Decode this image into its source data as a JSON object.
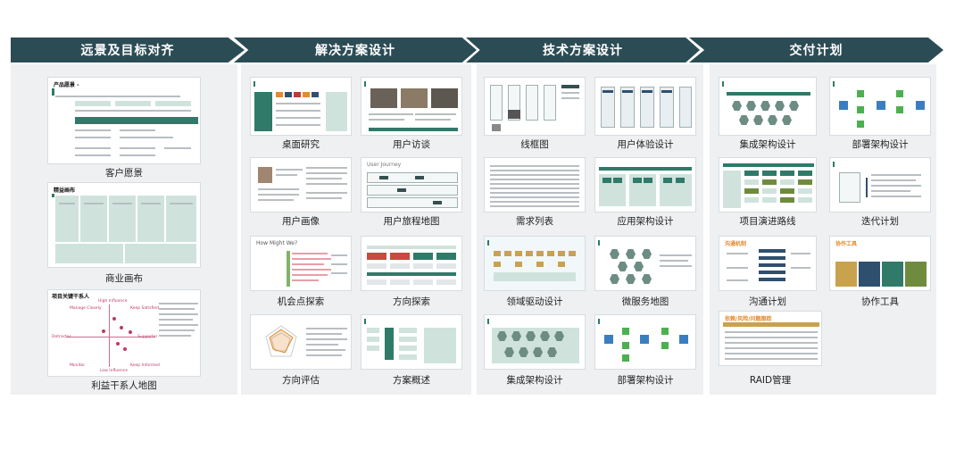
{
  "phases": [
    {
      "title": "远景及目标对齐",
      "items": [
        "客户愿景",
        "商业画布",
        "利益干系人地图"
      ]
    },
    {
      "title": "解决方案设计",
      "items": [
        "桌面研究",
        "用户访谈",
        "用户画像",
        "用户旅程地图",
        "机会点探索",
        "方向探索",
        "方向评估",
        "方案概述"
      ]
    },
    {
      "title": "技术方案设计",
      "items": [
        "线框图",
        "用户体验设计",
        "需求列表",
        "应用架构设计",
        "领域驱动设计",
        "微服务地图",
        "集成架构设计",
        "部署架构设计"
      ]
    },
    {
      "title": "交付计划",
      "items": [
        "集成架构设计",
        "部署架构设计",
        "项目演进路线",
        "迭代计划",
        "沟通计划",
        "协作工具",
        "RAID管理"
      ]
    }
  ],
  "thumb_text": {
    "vision_title": "产品愿景 -",
    "canvas_title": "精益画布",
    "stakeholder_title": "项目关键干系人",
    "stakeholder_high": "High Influence",
    "stakeholder_low": "Low Influence",
    "stakeholder_manage": "Manage Closely",
    "stakeholder_satisfied": "Keep Satisfied",
    "stakeholder_monitor": "Monitor",
    "stakeholder_informed": "Keep Informed",
    "stakeholder_detractor": "Detractor",
    "stakeholder_supporter": "Supporter",
    "how_might_we": "How Might We?",
    "journey": "User Journey",
    "communication": "沟通机制",
    "collab": "协作工具",
    "raid": "依赖/风险/问题跟踪"
  },
  "colors": {
    "header": "#2c4c55",
    "panel": "#eef0f2",
    "accent": "#2f7a68"
  }
}
